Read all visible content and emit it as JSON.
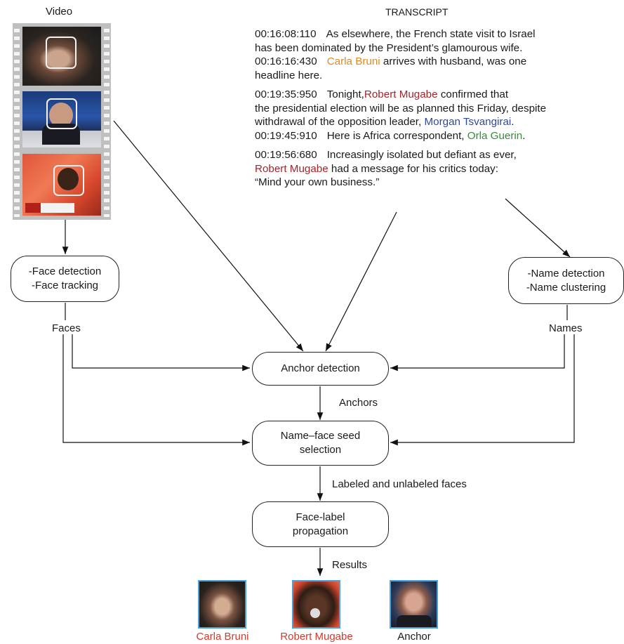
{
  "video_label": "Video",
  "transcript_heading": "TRANSCRIPT",
  "transcript": {
    "entry1": {
      "l1_ts": "00:16:08:110",
      "l1_text": "As elsewhere, the French state visit to Israel",
      "l2_text": "has been dominated by the President’s glamourous wife.",
      "l3_ts": "00:16:16:430",
      "l3_name": "Carla Bruni",
      "l3_text": " arrives with husband, was one",
      "l4_text": "headline here."
    },
    "entry2": {
      "l1_ts": "00:19:35:950",
      "l1_pre": "Tonight,",
      "l1_name": "Robert Mugabe",
      "l1_post": " confirmed that",
      "l2_text": "the presidential election will be as planned this Friday, despite",
      "l3_pre": "withdrawal of the opposition leader, ",
      "l3_name": "Morgan Tsvangirai",
      "l3_post": ".",
      "l4_ts": "00:19:45:910",
      "l4_pre": "Here is Africa correspondent, ",
      "l4_name": "Orla Guerin",
      "l4_post": "."
    },
    "entry3": {
      "l1_ts": "00:19:56:680",
      "l1_text": "Increasingly isolated but defiant as ever,",
      "l2_name": "Robert Mugabe",
      "l2_text": " had a message for his critics today:",
      "l3_text": "“Mind your own business.”"
    }
  },
  "boxes": {
    "face_detect": [
      "-Face detection",
      "-Face tracking"
    ],
    "name_detect": [
      "-Name detection",
      "-Name clustering"
    ],
    "anchor": [
      "Anchor detection"
    ],
    "seed": [
      "Name–face seed",
      "selection"
    ],
    "propagation": [
      "Face-label",
      "propagation"
    ]
  },
  "edge_labels": {
    "faces": "Faces",
    "names": "Names",
    "anchors": "Anchors",
    "labeled": "Labeled and unlabeled faces",
    "results": "Results"
  },
  "results": [
    {
      "name": "Carla Bruni",
      "color": "#d23a2a"
    },
    {
      "name": "Robert Mugabe",
      "color": "#d23a2a"
    },
    {
      "name": "Anchor",
      "color": "#1a1a1a"
    }
  ],
  "colors": {
    "name_red": "#a3252b",
    "name_orange": "#e08a1e",
    "name_blue": "#2e4a9a",
    "name_green": "#3b8a3a",
    "thumb_border": "#4aa0d8"
  }
}
